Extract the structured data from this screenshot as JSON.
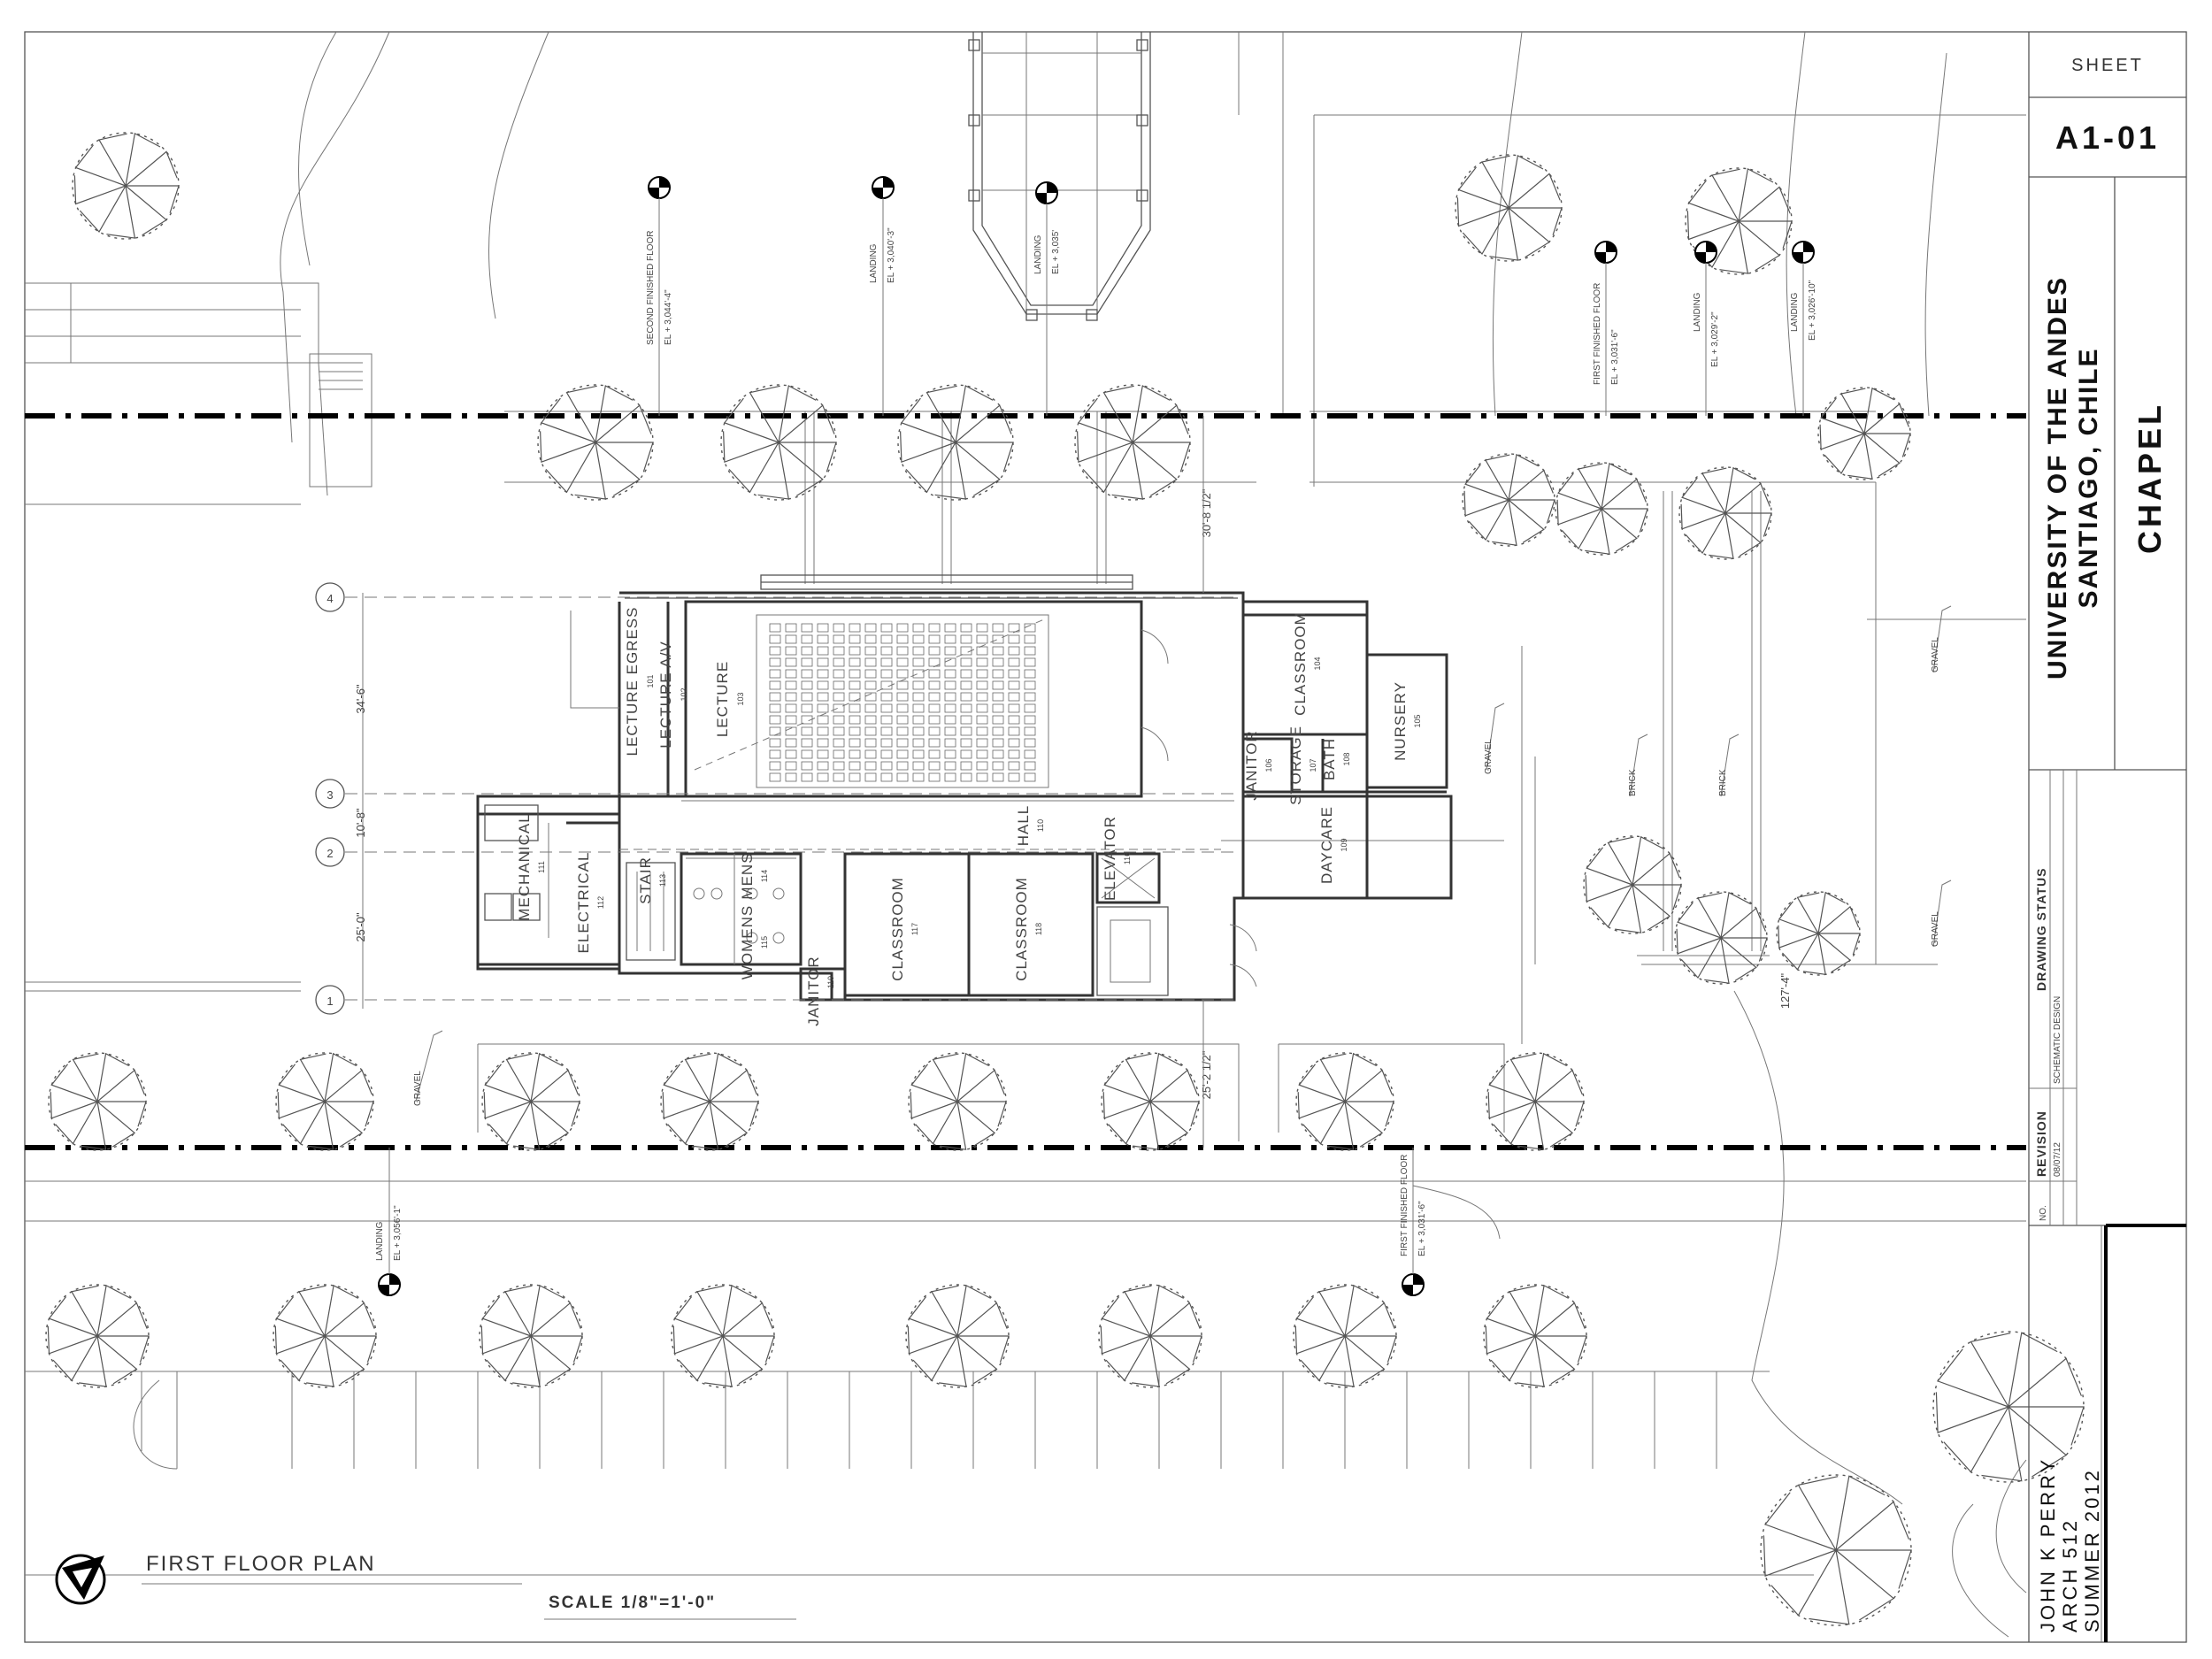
{
  "title_block": {
    "sheet_label": "SHEET",
    "sheet_number": "A1-01",
    "university": "UNIVERSITY OF THE ANDES",
    "location": "SANTIAGO, CHILE",
    "project": "CHAPEL",
    "drawing_status_label": "DRAWING STATUS",
    "drawing_status_value": "SCHEMATIC DESIGN",
    "revision_label": "REVISION",
    "revision_date": "08/07/12",
    "no_label": "NO.",
    "author": "JOHN K PERRY",
    "course": "ARCH 512",
    "term": "SUMMER 2012"
  },
  "drawing": {
    "title": "FIRST FLOOR PLAN",
    "scale": "SCALE 1/8\"=1'-0\""
  },
  "rooms": {
    "lecture_egress": "LECTURE EGRESS",
    "lecture_av": "LECTURE A/V",
    "lecture": "LECTURE",
    "classroom_ne": "CLASSROOM",
    "nursery": "NURSERY",
    "janitor_e": "JANITOR",
    "storage": "STORAGE",
    "bath": "BATH",
    "daycare": "DAYCARE",
    "hall": "HALL",
    "mechanical": "MECHANICAL",
    "electrical": "ELECTRICAL",
    "stair": "STAIR",
    "mens": "MENS",
    "womens": "WOMENS",
    "elevator": "ELEVATOR",
    "classroom_1": "CLASSROOM",
    "classroom_2": "CLASSROOM",
    "janitor_s": "JANITOR"
  },
  "room_tags": {
    "lecture_egress": "101",
    "lecture_av": "102",
    "lecture": "103",
    "classroom_ne": "104",
    "nursery": "105",
    "janitor_e": "106",
    "storage": "107",
    "bath": "108",
    "daycare": "109",
    "hall": "110",
    "mechanical": "111",
    "electrical": "112",
    "stair": "113",
    "mens": "114",
    "womens": "115",
    "elevator": "116",
    "classroom_1": "117",
    "classroom_2": "118",
    "janitor_s": "119"
  },
  "grid": {
    "g1": "1",
    "g2": "2",
    "g3": "3",
    "g4": "4",
    "d_4_3": "34'-6\"",
    "d_3_2": "10'-8\"",
    "d_2_1": "25'-0\"",
    "d_north": "30'-8 1/2\"",
    "d_south": "25'-2 1/2\"",
    "d_east": "127'-4\""
  },
  "elevations": {
    "e1_name": "SECOND FINISHED FLOOR",
    "e1_value": "EL + 3,044'-4\"",
    "e2_name": "LANDING",
    "e2_value": "EL + 3,040'-3\"",
    "e3_name": "LANDING",
    "e3_value": "EL + 3,035'",
    "e4_name": "FIRST FINISHED FLOOR",
    "e4_value": "EL + 3,031'-6\"",
    "e5_name": "LANDING",
    "e5_value": "EL + 3,029'-2\"",
    "e6_name": "LANDING",
    "e6_value": "EL + 3,026'-10\"",
    "e7_name": "LANDING",
    "e7_value": "EL + 3,056'-1\"",
    "e8_name": "FIRST FINISHED FLOOR",
    "e8_value": "EL + 3,031'-6\""
  },
  "materials": {
    "gravel_1": "GRAVEL",
    "gravel_2": "GRAVEL",
    "gravel_3": "GRAVEL",
    "gravel_4": "GRAVEL",
    "brick_1": "BRICK",
    "brick_2": "BRICK"
  }
}
